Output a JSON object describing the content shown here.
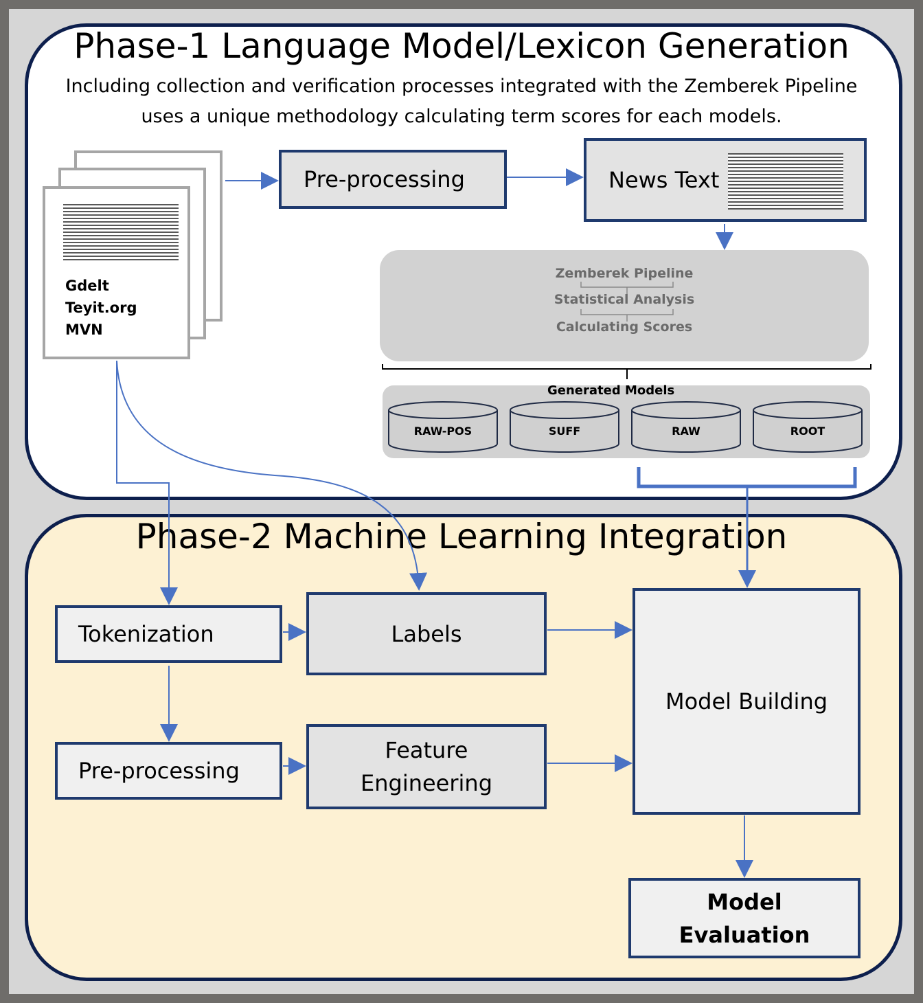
{
  "phase1": {
    "title": "Phase-1 Language Model/Lexicon Generation",
    "subtitle_line1": "Including collection and verification processes integrated with the Zemberek Pipeline",
    "subtitle_line2": "uses a unique methodology calculating term scores for each models.",
    "sources": [
      "Gdelt",
      "Teyit.org",
      "MVN"
    ],
    "preprocessing": "Pre-processing",
    "news_text": "News Text",
    "pipeline_steps": [
      "Zemberek Pipeline",
      "Statistical Analysis",
      "Calculating Scores"
    ],
    "generated_models_label": "Generated Models",
    "models": [
      "RAW-POS",
      "SUFF",
      "RAW",
      "ROOT"
    ]
  },
  "phase2": {
    "title": "Phase-2 Machine Learning Integration",
    "tokenization": "Tokenization",
    "labels": "Labels",
    "preprocessing": "Pre-processing",
    "feature_engineering_line1": "Feature",
    "feature_engineering_line2": "Engineering",
    "model_building": "Model Building",
    "model_evaluation_line1": "Model",
    "model_evaluation_line2": "Evaluation"
  },
  "colors": {
    "panel_border": "#0d1f4d",
    "arrow": "#4a72c4",
    "phase2_bg": "#fdf1d3",
    "box_border": "#1f3a6e"
  }
}
